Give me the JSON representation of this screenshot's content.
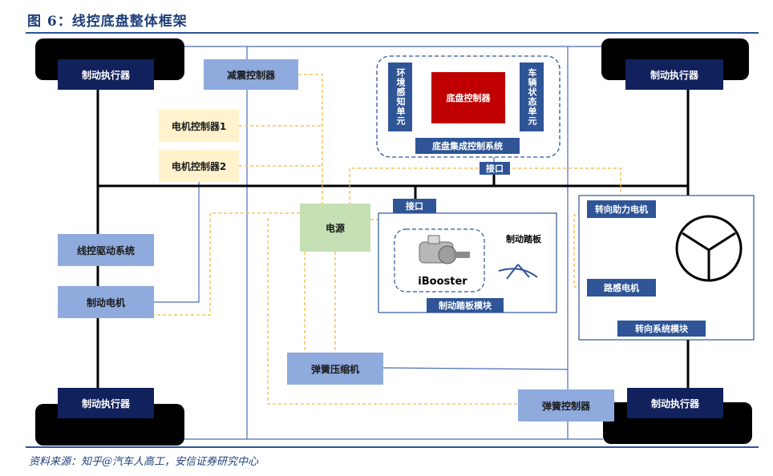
{
  "figure_title": "图 6：线控底盘整体框架",
  "source": "资料来源：知乎@汽车人高工，安信证券研究中心",
  "nodes": {
    "brake_actuator_tl": "制动执行器",
    "brake_actuator_tr": "制动执行器",
    "brake_actuator_bl": "制动执行器",
    "brake_actuator_br": "制动执行器",
    "damping_controller": "减震控制器",
    "motor_controller_1": "电机控制器1",
    "motor_controller_2": "电机控制器2",
    "chassis_controller": "底盘控制器",
    "env_sensing_unit": "环境感知单元",
    "vehicle_state_unit": "车辆状态单元",
    "chassis_integrated_system": "底盘集成控制系统",
    "interface_top": "接口",
    "interface_mid": "接口",
    "power": "电源",
    "drive_by_wire_system": "线控驱动系统",
    "brake_motor": "制动电机",
    "ibooster": "iBooster",
    "brake_pedal": "制动踏板",
    "brake_pedal_module": "制动踏板模块",
    "steering_assist_motor": "转向助力电机",
    "road_feel_motor": "路感电机",
    "steering_system_module": "转向系统模块",
    "spring_compressor": "弹簧压缩机",
    "spring_controller": "弹簧控制器"
  },
  "colors": {
    "title_blue": "#1f3f7a",
    "dark_navy": "#11215b",
    "steel_blue": "#8faadc",
    "peach": "#fff2cc",
    "green": "#c5e0b4",
    "red": "#c00000",
    "dashed_orange": "#f4b942",
    "line_blue": "#4a6fb5"
  }
}
